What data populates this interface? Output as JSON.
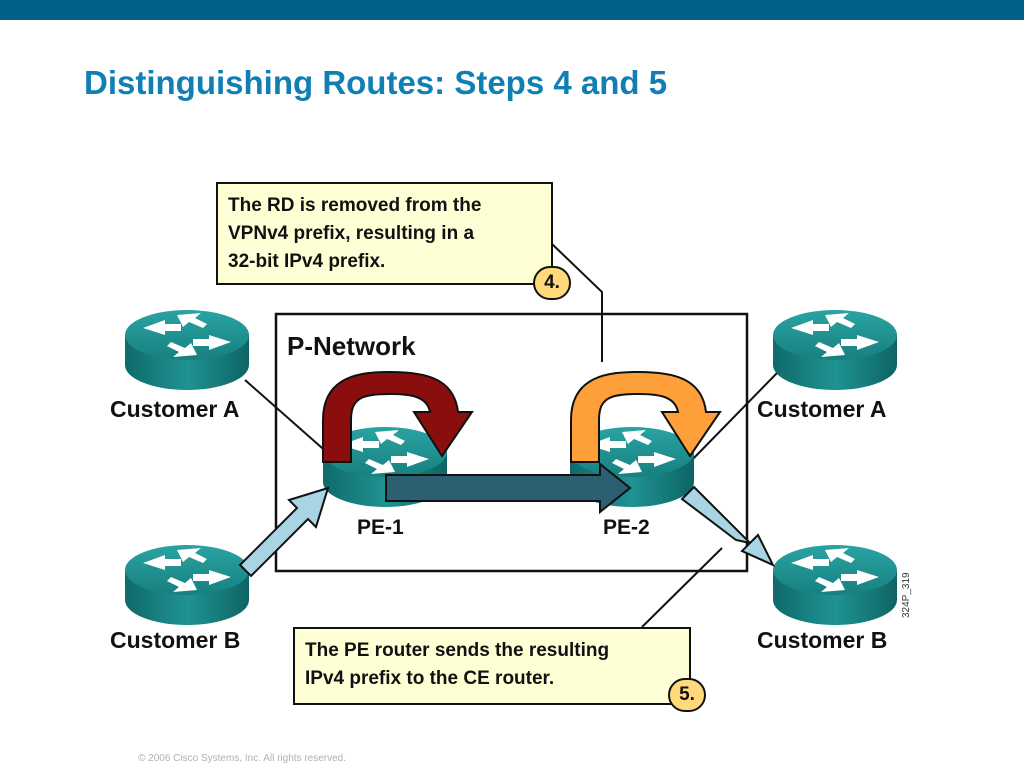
{
  "title": "Distinguishing Routes: Steps 4 and 5",
  "network_label": "P-Network",
  "routers": {
    "customer_a_left": "Customer A",
    "customer_b_left": "Customer B",
    "customer_a_right": "Customer A",
    "customer_b_right": "Customer B",
    "pe1": "PE-1",
    "pe2": "PE-2"
  },
  "callouts": {
    "step4": {
      "lines": [
        "The RD is removed from the",
        "VPNv4 prefix, resulting in a",
        "32-bit IPv4 prefix."
      ],
      "badge": "4."
    },
    "step5": {
      "lines": [
        "The PE router sends the resulting",
        "IPv4 prefix to the CE router."
      ],
      "badge": "5."
    }
  },
  "figure_id": "324P_319",
  "copyright": "© 2006 Cisco Systems, Inc. All rights reserved.",
  "colors": {
    "header_bar": "#02608a",
    "title": "#0f7fb4",
    "router_teal": "#1f8b8b",
    "loop_pe1": "#8b0e0e",
    "loop_pe2": "#ff9f3a",
    "arrow_core": "#2d5f72",
    "arrow_light": "#a9d4e3",
    "callout_fill": "#ffffd6",
    "badge_fill": "#ffd97a"
  },
  "icons": [
    "router-icon",
    "loop-arrow-icon",
    "flow-arrow-icon"
  ]
}
